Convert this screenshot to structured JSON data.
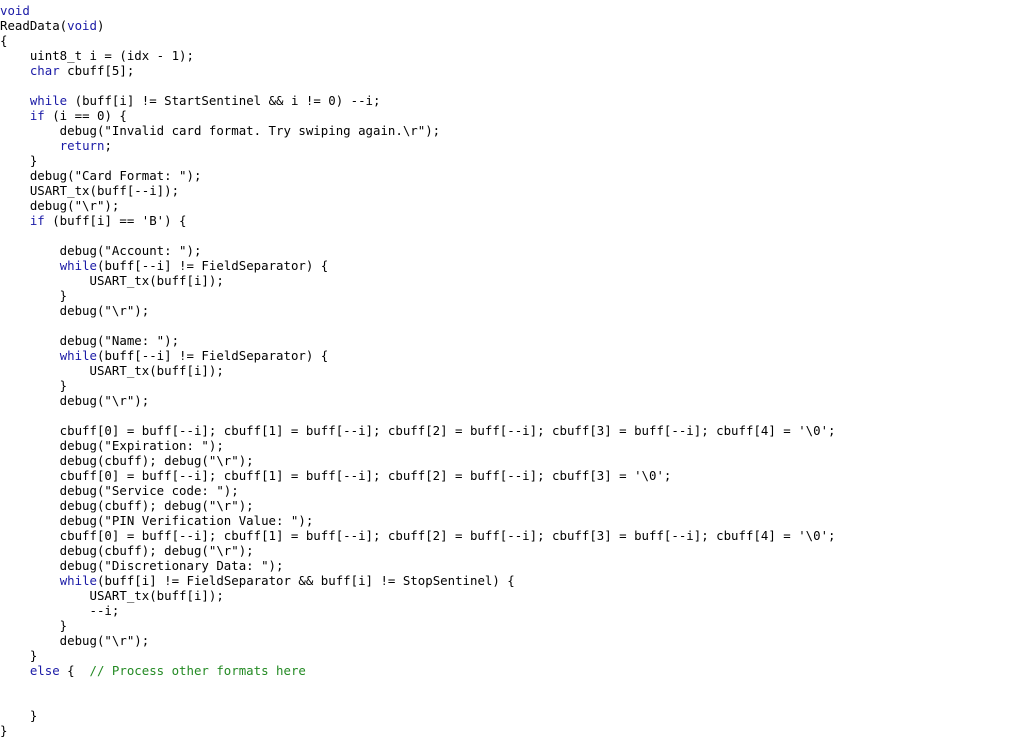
{
  "editor": {
    "language": "C",
    "colors": {
      "keyword": "#1a1aa6",
      "comment": "#238a23",
      "text": "#000000",
      "background": "#ffffff"
    },
    "lines": [
      [
        {
          "t": "void",
          "k": "kw"
        }
      ],
      [
        {
          "t": "ReadData("
        },
        {
          "t": "void",
          "k": "kw"
        },
        {
          "t": ")"
        }
      ],
      [
        {
          "t": "{"
        }
      ],
      [
        {
          "t": "    uint8_t i = (idx - 1);"
        }
      ],
      [
        {
          "t": "    "
        },
        {
          "t": "char",
          "k": "kw"
        },
        {
          "t": " cbuff[5];"
        }
      ],
      [
        {
          "t": ""
        }
      ],
      [
        {
          "t": "    "
        },
        {
          "t": "while",
          "k": "kw"
        },
        {
          "t": " (buff[i] != StartSentinel && i != 0) --i;"
        }
      ],
      [
        {
          "t": "    "
        },
        {
          "t": "if",
          "k": "kw"
        },
        {
          "t": " (i == 0) {"
        }
      ],
      [
        {
          "t": "        debug(\"Invalid card format. Try swiping again.\\r\");"
        }
      ],
      [
        {
          "t": "        "
        },
        {
          "t": "return",
          "k": "kw"
        },
        {
          "t": ";"
        }
      ],
      [
        {
          "t": "    }"
        }
      ],
      [
        {
          "t": "    debug(\"Card Format: \");"
        }
      ],
      [
        {
          "t": "    USART_tx(buff[--i]);"
        }
      ],
      [
        {
          "t": "    debug(\"\\r\");"
        }
      ],
      [
        {
          "t": "    "
        },
        {
          "t": "if",
          "k": "kw"
        },
        {
          "t": " (buff[i] == 'B') {"
        }
      ],
      [
        {
          "t": ""
        }
      ],
      [
        {
          "t": "        debug(\"Account: \");"
        }
      ],
      [
        {
          "t": "        "
        },
        {
          "t": "while",
          "k": "kw"
        },
        {
          "t": "(buff[--i] != FieldSeparator) {"
        }
      ],
      [
        {
          "t": "            USART_tx(buff[i]);"
        }
      ],
      [
        {
          "t": "        }"
        }
      ],
      [
        {
          "t": "        debug(\"\\r\");"
        }
      ],
      [
        {
          "t": ""
        }
      ],
      [
        {
          "t": "        debug(\"Name: \");"
        }
      ],
      [
        {
          "t": "        "
        },
        {
          "t": "while",
          "k": "kw"
        },
        {
          "t": "(buff[--i] != FieldSeparator) {"
        }
      ],
      [
        {
          "t": "            USART_tx(buff[i]);"
        }
      ],
      [
        {
          "t": "        }"
        }
      ],
      [
        {
          "t": "        debug(\"\\r\");"
        }
      ],
      [
        {
          "t": ""
        }
      ],
      [
        {
          "t": "        cbuff[0] = buff[--i]; cbuff[1] = buff[--i]; cbuff[2] = buff[--i]; cbuff[3] = buff[--i]; cbuff[4] = '\\0';"
        }
      ],
      [
        {
          "t": "        debug(\"Expiration: \");"
        }
      ],
      [
        {
          "t": "        debug(cbuff); debug(\"\\r\");"
        }
      ],
      [
        {
          "t": "        cbuff[0] = buff[--i]; cbuff[1] = buff[--i]; cbuff[2] = buff[--i]; cbuff[3] = '\\0';"
        }
      ],
      [
        {
          "t": "        debug(\"Service code: \");"
        }
      ],
      [
        {
          "t": "        debug(cbuff); debug(\"\\r\");"
        }
      ],
      [
        {
          "t": "        debug(\"PIN Verification Value: \");"
        }
      ],
      [
        {
          "t": "        cbuff[0] = buff[--i]; cbuff[1] = buff[--i]; cbuff[2] = buff[--i]; cbuff[3] = buff[--i]; cbuff[4] = '\\0';"
        }
      ],
      [
        {
          "t": "        debug(cbuff); debug(\"\\r\");"
        }
      ],
      [
        {
          "t": "        debug(\"Discretionary Data: \");"
        }
      ],
      [
        {
          "t": "        "
        },
        {
          "t": "while",
          "k": "kw"
        },
        {
          "t": "(buff[i] != FieldSeparator && buff[i] != StopSentinel) {"
        }
      ],
      [
        {
          "t": "            USART_tx(buff[i]);"
        }
      ],
      [
        {
          "t": "            --i;"
        }
      ],
      [
        {
          "t": "        }"
        }
      ],
      [
        {
          "t": "        debug(\"\\r\");"
        }
      ],
      [
        {
          "t": "    }"
        }
      ],
      [
        {
          "t": "    "
        },
        {
          "t": "else",
          "k": "kw"
        },
        {
          "t": " {  "
        },
        {
          "t": "// Process other formats here",
          "k": "cm"
        }
      ],
      [
        {
          "t": ""
        }
      ],
      [
        {
          "t": ""
        }
      ],
      [
        {
          "t": "    }"
        }
      ],
      [
        {
          "t": "}"
        }
      ]
    ]
  }
}
